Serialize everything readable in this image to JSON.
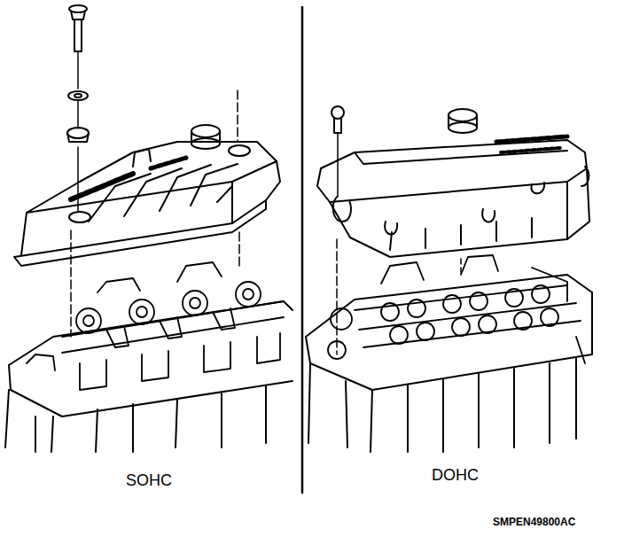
{
  "diagram": {
    "labels": [
      "SOHC",
      "DOHC",
      "SMPEN49800AC"
    ]
  }
}
